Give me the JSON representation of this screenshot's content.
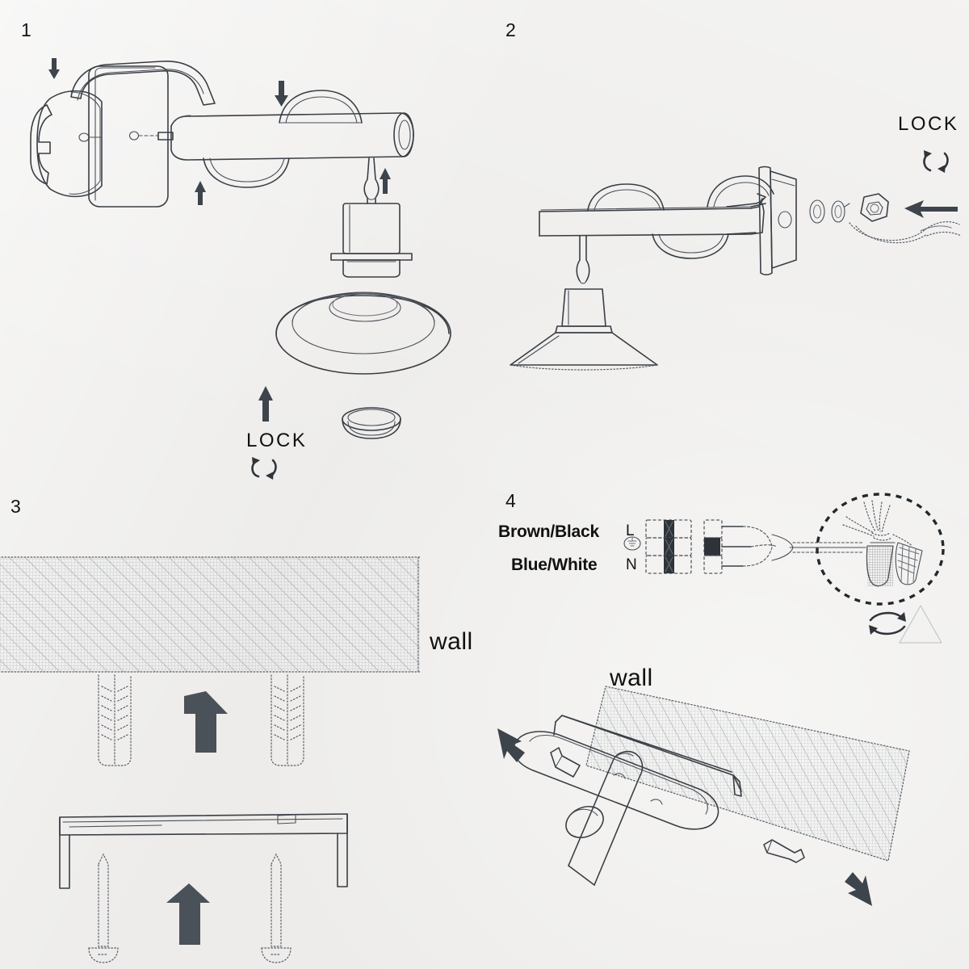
{
  "document": {
    "type": "assembly-instruction-sheet",
    "subject": "wall-mounted swing-arm lamp",
    "background_color": "#edecea",
    "ink_color": "#3a3f45",
    "panel_count": 4
  },
  "panels": [
    {
      "number": "1",
      "name": "panel-1-lamp-holder-assembly",
      "labels": {
        "lock": "LOCK"
      },
      "parts": [
        "wall-bracket-plate",
        "swing-arm-tube",
        "lamp-socket",
        "shade-dome",
        "retaining-ring"
      ],
      "arrows": [
        {
          "name": "down-arrow-bracket",
          "direction": "down"
        },
        {
          "name": "down-arrow-arm",
          "direction": "down"
        },
        {
          "name": "up-arrow-arm",
          "direction": "up"
        },
        {
          "name": "up-arrow-socket",
          "direction": "up"
        },
        {
          "name": "up-arrow-lock",
          "direction": "up"
        }
      ],
      "rotation_icon": "rotate-lock-icon"
    },
    {
      "number": "2",
      "name": "panel-2-arm-tighten",
      "labels": {
        "lock": "LOCK"
      },
      "parts": [
        "swing-arm-tube",
        "lamp-shade-cone",
        "wall-plate",
        "flat-washer",
        "lock-washer",
        "hex-nut",
        "supply-cable"
      ],
      "arrows": [
        {
          "name": "left-arrow-nut",
          "direction": "left"
        }
      ],
      "rotation_icon": "rotate-lock-icon"
    },
    {
      "number": "3",
      "name": "panel-3-wall-mounting",
      "labels": {
        "wall": "wall"
      },
      "parts": [
        "wall-hatched-block",
        "wall-anchor-plug-left",
        "wall-anchor-plug-right",
        "mounting-bracket",
        "screw-left",
        "screw-right"
      ],
      "arrows": [
        {
          "name": "up-arrow-anchors",
          "direction": "up"
        },
        {
          "name": "up-arrow-screws",
          "direction": "up"
        }
      ]
    },
    {
      "number": "4",
      "name": "panel-4-wiring-and-final-mount",
      "labels": {
        "live_wire": "Brown/Black",
        "live_terminal": "L",
        "earth_terminal": "⏚",
        "neutral_wire": "Blue/White",
        "neutral_terminal": "N",
        "wall": "wall"
      },
      "terminal_block": {
        "name": "terminal-block",
        "rows": [
          {
            "terminal": "L",
            "wire_label": "Brown/Black"
          },
          {
            "terminal": "⏚",
            "wire_label": ""
          },
          {
            "terminal": "N",
            "wire_label": "Blue/White"
          }
        ]
      },
      "detail_callout": {
        "name": "wire-nut-detail-callout",
        "shape": "dashed-circle",
        "contents": "twisted-wires-with-wire-connectors",
        "rotation_icon": "rotate-icon"
      },
      "parts": [
        "wall-hatched-panel",
        "lamp-bracket",
        "lamp-arm",
        "screw-upper",
        "screw-lower"
      ],
      "arrows": [
        {
          "name": "arrow-screw-upper",
          "direction": "down-right"
        },
        {
          "name": "arrow-screw-lower",
          "direction": "up-left"
        }
      ]
    }
  ]
}
